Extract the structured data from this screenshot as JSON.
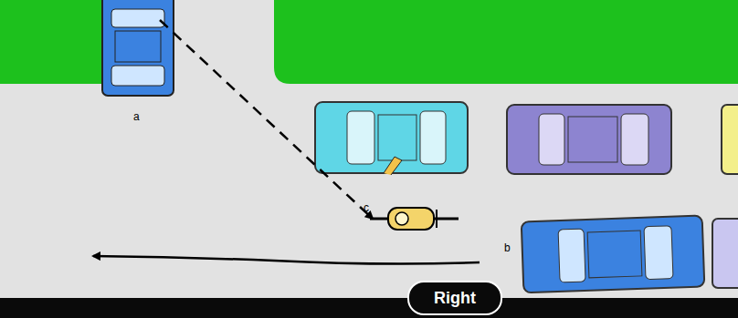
{
  "diagram": {
    "nodes": [
      {
        "text": [
          "Right"
        ]
      }
    ],
    "labels": [
      "a",
      "c",
      "b"
    ]
  }
}
